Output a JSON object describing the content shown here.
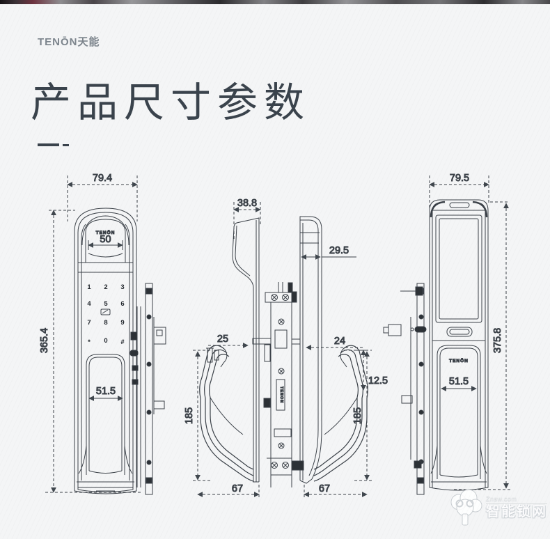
{
  "brand": {
    "logo": "TENŌN天能"
  },
  "header": {
    "title": "产品尺寸参数"
  },
  "front_view": {
    "panel_brand": "TENŌN",
    "keys": [
      "1",
      "2",
      "3",
      "4",
      "5",
      "6",
      "7",
      "8",
      "9",
      "*",
      "0",
      "#"
    ],
    "dim_width": "79.4",
    "dim_top_width": "50",
    "dim_height": "365.4",
    "dim_handle_width": "51.5"
  },
  "side_view": {
    "mortise_brand": "TENON",
    "dim_top_width": "38.8",
    "dim_panel_depth": "29.5",
    "dim_front_thickness": "25",
    "dim_back_thickness": "24",
    "dim_handle_offset": "12.5",
    "dim_front_handle_height": "185",
    "dim_back_handle_height": "185",
    "dim_front_depth": "67",
    "dim_back_depth": "67"
  },
  "back_view": {
    "panel_brand": "TENŌN",
    "dim_width": "79.5",
    "dim_height": "375.8",
    "dim_handle_width": "51.5"
  },
  "watermark": {
    "site": "Znsw.com",
    "name": "智能锁网"
  }
}
